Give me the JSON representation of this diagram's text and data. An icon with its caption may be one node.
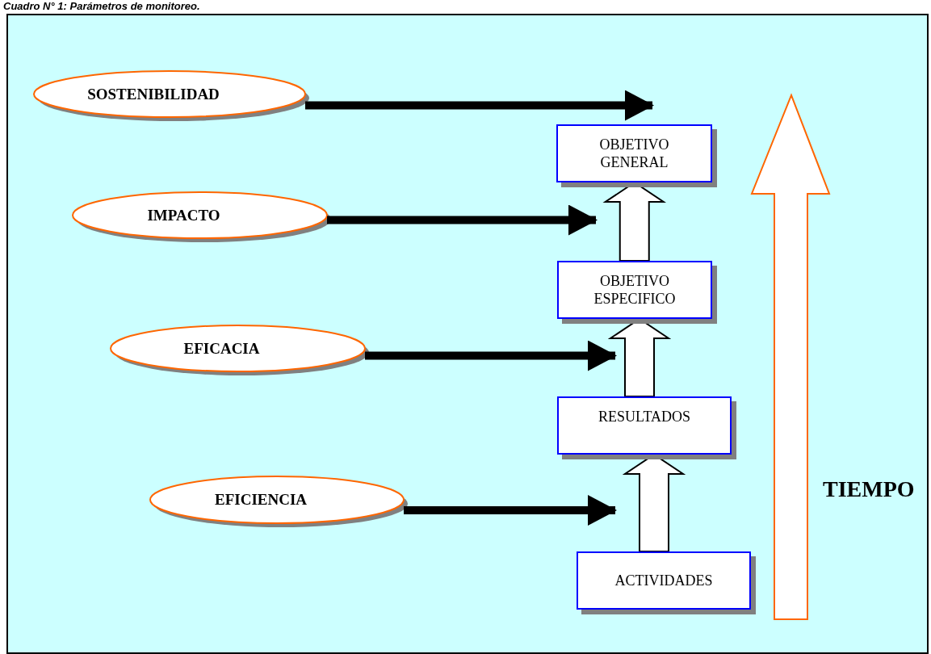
{
  "diagram": {
    "title": "Cuadro N° 1:  Parámetros de monitoreo.",
    "nodes": [
      {
        "text": [
          "SOSTENIBILIDAD"
        ]
      },
      {
        "text": [
          "IMPACTO"
        ]
      },
      {
        "text": [
          "EFICACIA"
        ]
      },
      {
        "text": [
          "EFICIENCIA"
        ]
      },
      {
        "text": [
          "OBJETIVO GENERAL"
        ]
      },
      {
        "text": [
          "OBJETIVO ESPECIFICO"
        ]
      },
      {
        "text": [
          "RESULTADOS"
        ]
      },
      {
        "text": [
          "ACTIVIDADES"
        ]
      }
    ],
    "edges": [
      {
        "from": 0,
        "to": 4,
        "arrow": "to"
      },
      {
        "from": 1,
        "to": 4,
        "arrow": "to"
      },
      {
        "from": 2,
        "to": 5,
        "arrow": "to"
      },
      {
        "from": 3,
        "to": 7,
        "arrow": "to"
      },
      {
        "from": 7,
        "to": 6,
        "arrow": "to",
        "style": "thick"
      },
      {
        "from": 6,
        "to": 5,
        "arrow": "to",
        "style": "thick"
      },
      {
        "from": 5,
        "to": 4,
        "arrow": "to",
        "style": "thick"
      }
    ],
    "labels": [
      "TIEMPO"
    ]
  }
}
